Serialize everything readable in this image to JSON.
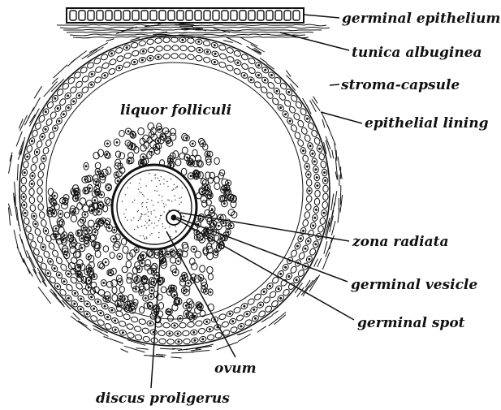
{
  "labels": {
    "germinal_epithelium": "germinal epithelium",
    "tunica_albuginea": "tunica albuginea",
    "stroma_capsule": "stroma-capsule",
    "epithelial_lining": "epithelial lining",
    "liquor_folliculi": "liquor folliculi",
    "zona_radiata": "zona radiata",
    "germinal_vesicle": "germinal vesicle",
    "germinal_spot": "germinal spot",
    "ovum": "ovum",
    "discus_proligerus": "discus proligerus"
  },
  "colors": {
    "ink": "#111111",
    "paper": "#ffffff"
  }
}
